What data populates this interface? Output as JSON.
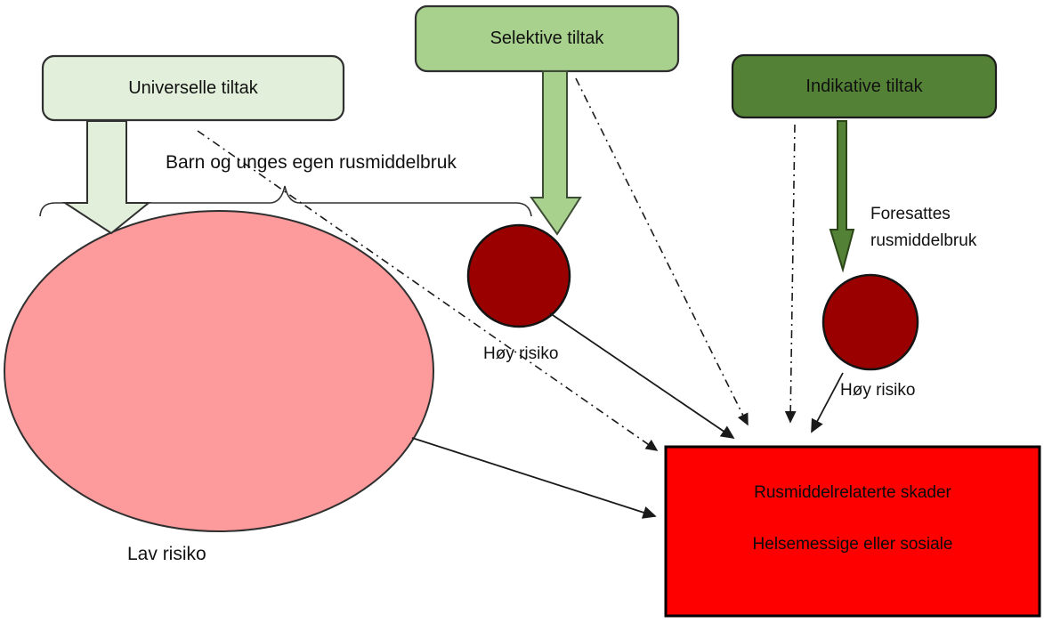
{
  "diagram": {
    "boxes": {
      "universal": {
        "label": "Universelle tiltak"
      },
      "selective": {
        "label": "Selektive tiltak"
      },
      "indicated": {
        "label": "Indikative tiltak"
      }
    },
    "labels": {
      "children_use": "Barn og unges egen rusmiddelbruk",
      "low_risk": "Lav risiko",
      "high_risk_middle": "Høy risiko",
      "high_risk_right": "Høy risiko",
      "parents_use_line1": "Foresattes",
      "parents_use_line2": "rusmiddelbruk"
    },
    "outcome": {
      "line1": "Rusmiddelrelaterte skader",
      "line2": "Helsemessige eller sosiale"
    },
    "colors": {
      "universal_fill": "#e2efda",
      "selective_fill": "#a9d18e",
      "indicated_fill": "#538135",
      "low_risk_fill": "#fc9a9c",
      "high_risk_fill": "#9a0000",
      "outcome_fill": "#fe0000",
      "outline_dark": "#303030",
      "line_color": "#1a1a1a"
    }
  }
}
